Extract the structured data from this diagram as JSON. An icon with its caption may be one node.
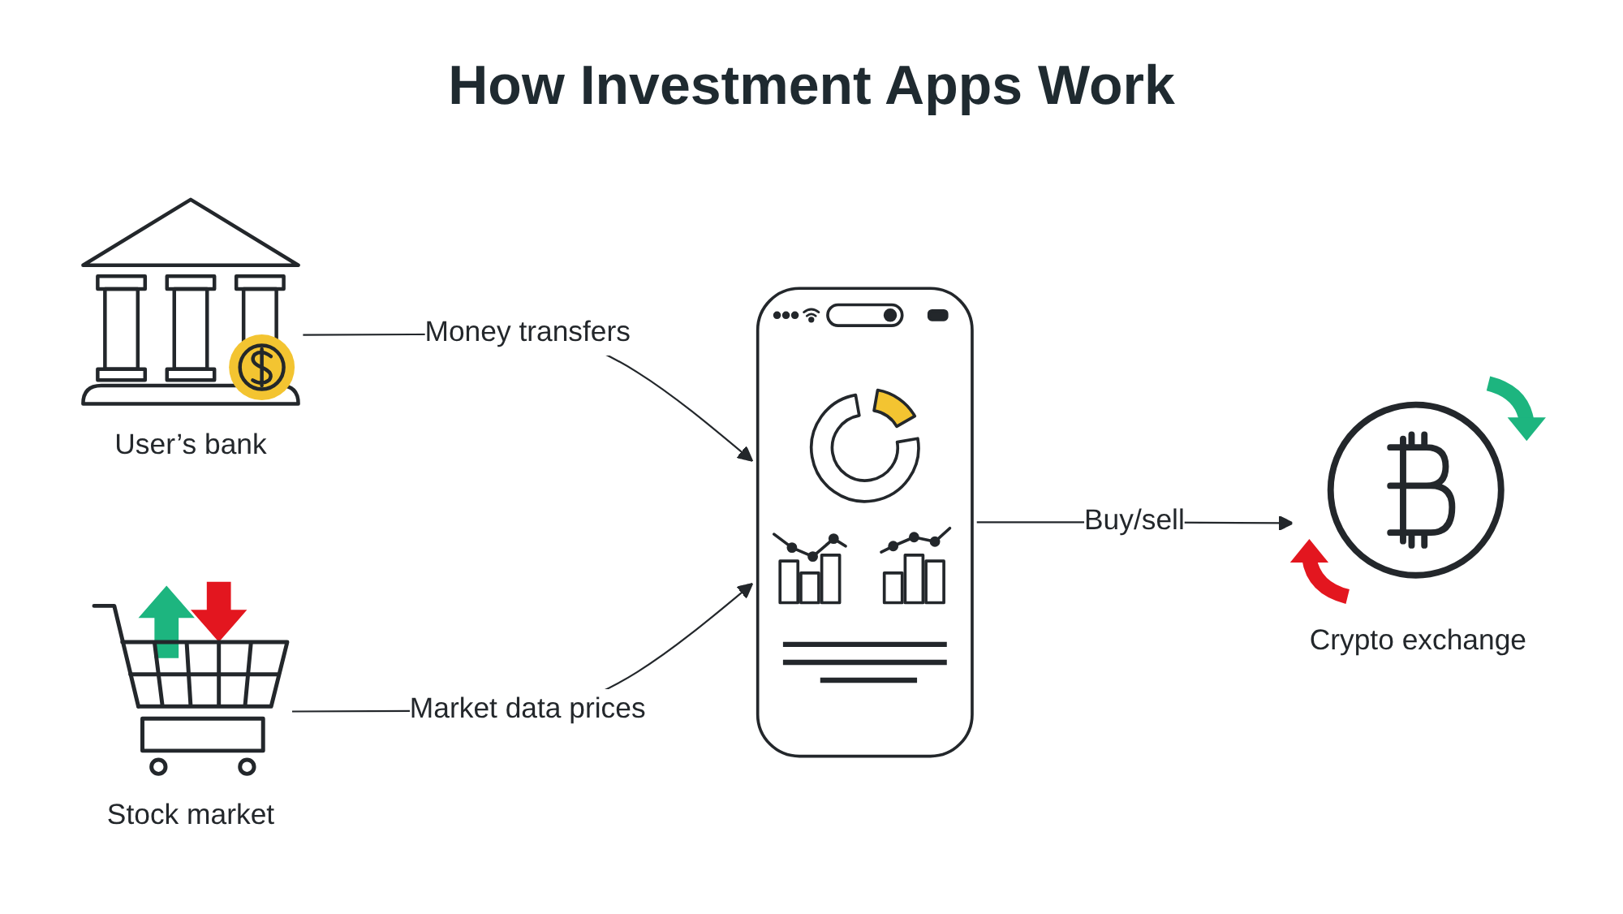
{
  "diagram": {
    "title": "How Investment Apps Work",
    "nodes": [
      {
        "text": [
          "User’s bank"
        ]
      },
      {
        "text": [],
        "shape": "picture"
      },
      {
        "text": [
          "Stock market"
        ]
      },
      {
        "text": [
          "Crypto exchange"
        ]
      }
    ],
    "edges": [
      {
        "from": 0,
        "to": 1,
        "arrow": "to",
        "label": "Money transfers"
      },
      {
        "from": 2,
        "to": 1,
        "arrow": "to",
        "label": "Market data prices"
      },
      {
        "from": 1,
        "to": 3,
        "arrow": "to",
        "label": "Buy/sell"
      }
    ]
  }
}
